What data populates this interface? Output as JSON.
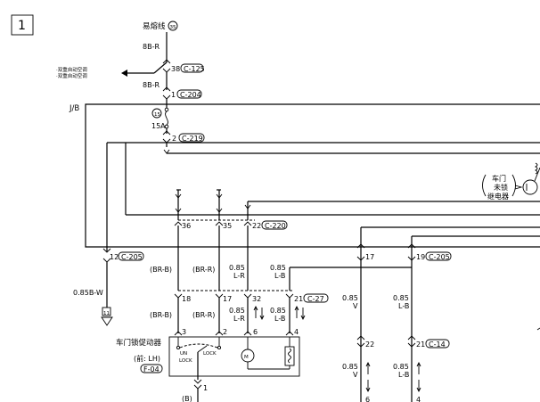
{
  "page_marker": "1",
  "fuse": {
    "title": "易熔线",
    "id": "35",
    "wire": "8B-R"
  },
  "conn_125": {
    "pin": "38",
    "name": "C-125",
    "arrow_text": [
      "·双重自动空调",
      "·双重自动空调"
    ]
  },
  "conn_204": {
    "wire": "8B-R",
    "pin": "1",
    "name": "C-204"
  },
  "jb": {
    "label": "J/B",
    "fuse_no": "15",
    "fuse_amp": "15A"
  },
  "conn_219": {
    "pin": "2",
    "name": "C-219"
  },
  "relay": {
    "line1": "车门",
    "line2": "未锁",
    "line3": "继电器"
  },
  "conn_220": {
    "pin_a": "36",
    "pin_b": "35",
    "pin_c": "22",
    "name": "C-220"
  },
  "conn_205a": {
    "pin": "12",
    "name": "C-205"
  },
  "ground": {
    "wire": "0.85B-W",
    "id": "11"
  },
  "mid": {
    "brb": "(BR-B)",
    "brr": "(BR-R)",
    "w085": "0.85",
    "lr": "L-R",
    "lb": "L-B",
    "pin18": "18",
    "pin17": "17",
    "pin32": "32",
    "pin21": "21",
    "conn27": "C-27"
  },
  "right": {
    "pin17": "17",
    "pin19": "19",
    "conn205": "C-205",
    "w085": "0.85",
    "v": "V",
    "lb": "L-B",
    "pin22": "22",
    "pin21": "21",
    "conn14": "C-14",
    "pin6": "6",
    "pin4": "4"
  },
  "actuator": {
    "title": "车门锁促动器",
    "side": "(前: LH)",
    "conn": "F-04",
    "unlock": "UN",
    "lock_a": "LOCK",
    "lock_b": "LOCK",
    "pin3": "3",
    "pin2": "2",
    "pin6": "6",
    "pin4": "4",
    "pin1": "1",
    "bottom": "(B)"
  }
}
